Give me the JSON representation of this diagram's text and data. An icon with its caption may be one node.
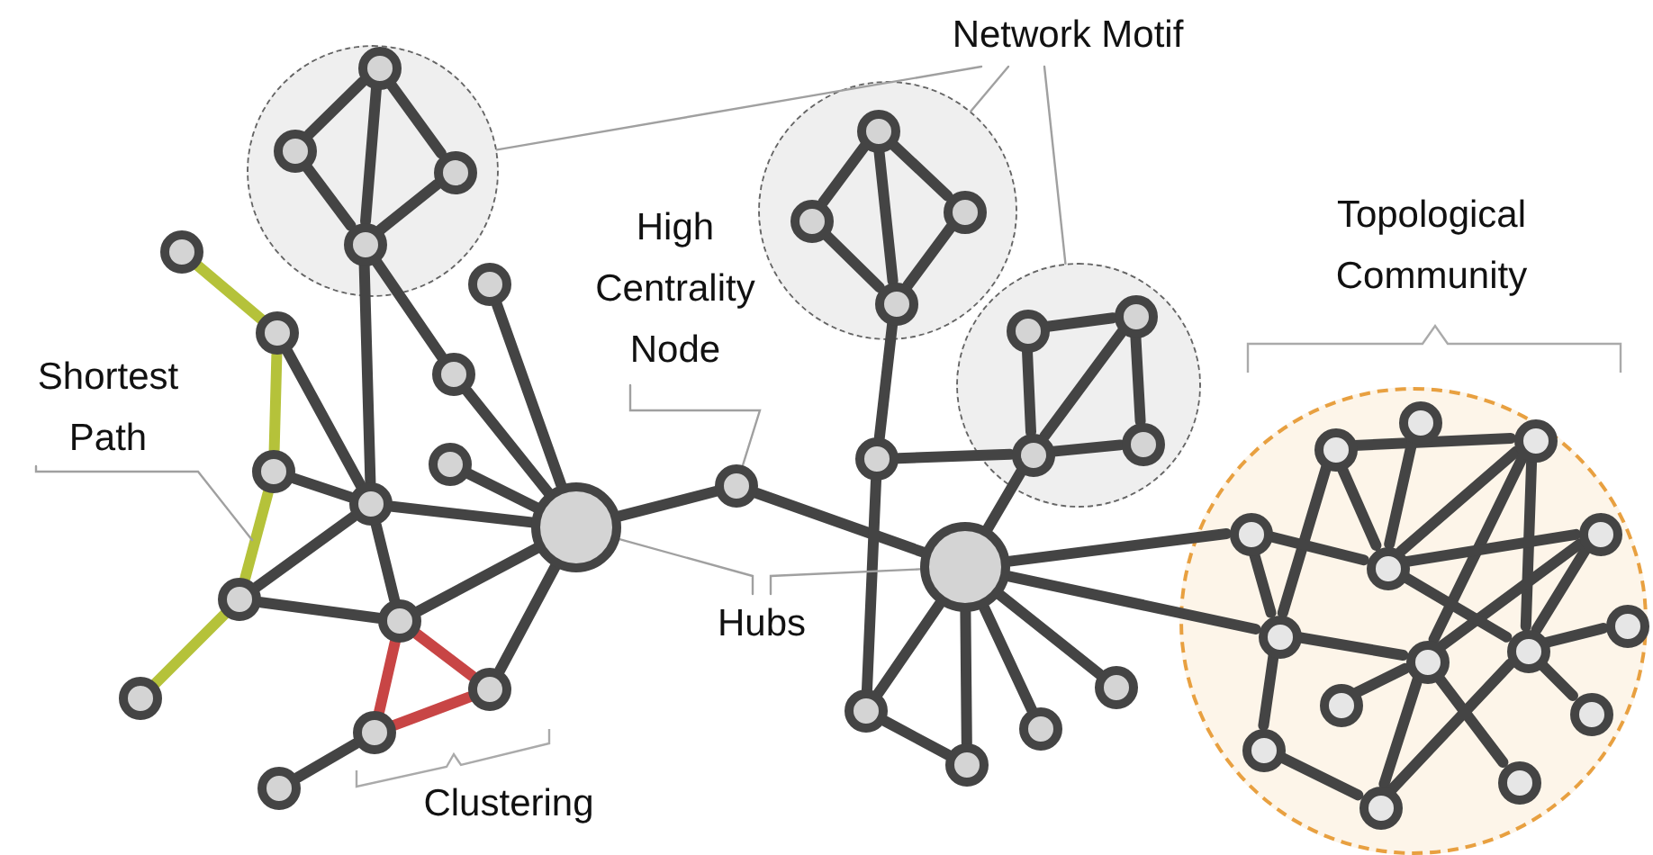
{
  "diagram": {
    "nodes": [
      {
        "text": [],
        "shape": "circle"
      },
      {
        "text": [],
        "shape": "circle",
        "in": 0
      },
      {
        "text": [],
        "shape": "circle",
        "in": 0
      },
      {
        "text": [],
        "shape": "circle",
        "in": 0
      },
      {
        "text": [],
        "shape": "circle",
        "in": 0
      },
      {
        "text": [],
        "shape": "circle"
      },
      {
        "text": [],
        "shape": "circle",
        "in": 5
      },
      {
        "text": [],
        "shape": "circle",
        "in": 5
      },
      {
        "text": [],
        "shape": "circle",
        "in": 5
      },
      {
        "text": [],
        "shape": "circle",
        "in": 5
      },
      {
        "text": [],
        "shape": "circle"
      },
      {
        "text": [],
        "shape": "circle",
        "in": 10
      },
      {
        "text": [],
        "shape": "circle",
        "in": 10
      },
      {
        "text": [],
        "shape": "circle",
        "in": 10
      },
      {
        "text": [],
        "shape": "circle",
        "in": 10
      },
      {
        "text": [],
        "shape": "circle"
      },
      {
        "text": [],
        "shape": "circle",
        "in": 15
      },
      {
        "text": [],
        "shape": "circle",
        "in": 15
      },
      {
        "text": [],
        "shape": "circle",
        "in": 15
      },
      {
        "text": [],
        "shape": "circle",
        "in": 15
      },
      {
        "text": [],
        "shape": "circle",
        "in": 15
      },
      {
        "text": [],
        "shape": "circle",
        "in": 15
      },
      {
        "text": [],
        "shape": "circle",
        "in": 15
      },
      {
        "text": [],
        "shape": "circle",
        "in": 15
      },
      {
        "text": [],
        "shape": "circle",
        "in": 15
      },
      {
        "text": [],
        "shape": "circle",
        "in": 15
      },
      {
        "text": [],
        "shape": "circle",
        "in": 15
      },
      {
        "text": [],
        "shape": "circle",
        "in": 15
      },
      {
        "text": [],
        "shape": "circle",
        "in": 15
      },
      {
        "text": [],
        "shape": "circle",
        "in": 15
      },
      {
        "text": [],
        "shape": "circle",
        "in": 15
      },
      {
        "text": [],
        "shape": "circle"
      },
      {
        "text": [],
        "shape": "circle"
      },
      {
        "text": [],
        "shape": "circle"
      },
      {
        "text": [],
        "shape": "circle"
      },
      {
        "text": [],
        "shape": "circle"
      },
      {
        "text": [],
        "shape": "circle"
      },
      {
        "text": [],
        "shape": "circle"
      },
      {
        "text": [],
        "shape": "circle"
      },
      {
        "text": [],
        "shape": "circle"
      },
      {
        "text": [],
        "shape": "circle"
      },
      {
        "text": [],
        "shape": "circle"
      },
      {
        "text": [],
        "shape": "circle"
      },
      {
        "text": [],
        "shape": "circle"
      },
      {
        "text": [],
        "shape": "circle"
      },
      {
        "text": [],
        "shape": "circle"
      },
      {
        "text": [],
        "shape": "circle"
      },
      {
        "text": [],
        "shape": "circle"
      },
      {
        "text": [],
        "shape": "circle"
      },
      {
        "text": [],
        "shape": "circle"
      },
      {
        "text": [],
        "shape": "circle"
      },
      {
        "text": [],
        "shape": "circle"
      },
      {
        "text": [
          "Network Motif"
        ]
      },
      {
        "text": [
          "High Centrality Node"
        ]
      },
      {
        "text": [
          "Shortest Path"
        ]
      },
      {
        "text": [
          "Hubs"
        ]
      }
    ],
    "edges": [
      {
        "from": 1,
        "to": 2,
        "arrow": "none"
      },
      {
        "from": 1,
        "to": 3,
        "arrow": "none"
      },
      {
        "from": 1,
        "to": 4,
        "arrow": "none"
      },
      {
        "from": 2,
        "to": 4,
        "arrow": "none"
      },
      {
        "from": 3,
        "to": 4,
        "arrow": "none"
      },
      {
        "from": 6,
        "to": 7,
        "arrow": "none"
      },
      {
        "from": 6,
        "to": 8,
        "arrow": "none"
      },
      {
        "from": 6,
        "to": 9,
        "arrow": "none"
      },
      {
        "from": 7,
        "to": 9,
        "arrow": "none"
      },
      {
        "from": 8,
        "to": 9,
        "arrow": "none"
      },
      {
        "from": 11,
        "to": 12,
        "arrow": "none"
      },
      {
        "from": 11,
        "to": 13,
        "arrow": "none"
      },
      {
        "from": 12,
        "to": 13,
        "arrow": "none"
      },
      {
        "from": 12,
        "to": 14,
        "arrow": "none"
      },
      {
        "from": 13,
        "to": 14,
        "arrow": "none"
      },
      {
        "from": 31,
        "to": 32,
        "arrow": "none",
        "color": "#b5c23a"
      },
      {
        "from": 32,
        "to": 33,
        "arrow": "none",
        "color": "#b5c23a"
      },
      {
        "from": 33,
        "to": 35,
        "arrow": "none",
        "color": "#b5c23a"
      },
      {
        "from": 35,
        "to": 36,
        "arrow": "none",
        "color": "#b5c23a"
      },
      {
        "from": 32,
        "to": 34,
        "arrow": "none"
      },
      {
        "from": 33,
        "to": 34,
        "arrow": "none"
      },
      {
        "from": 4,
        "to": 34,
        "arrow": "none"
      },
      {
        "from": 34,
        "to": 40,
        "arrow": "none"
      },
      {
        "from": 34,
        "to": 35,
        "arrow": "none"
      },
      {
        "from": 34,
        "to": 41,
        "arrow": "none"
      },
      {
        "from": 35,
        "to": 41,
        "arrow": "none"
      },
      {
        "from": 4,
        "to": 37,
        "arrow": "none"
      },
      {
        "from": 37,
        "to": 40,
        "arrow": "none"
      },
      {
        "from": 38,
        "to": 40,
        "arrow": "none"
      },
      {
        "from": 39,
        "to": 40,
        "arrow": "none"
      },
      {
        "from": 41,
        "to": 40,
        "arrow": "none"
      },
      {
        "from": 42,
        "to": 40,
        "arrow": "none"
      },
      {
        "from": 41,
        "to": 42,
        "arrow": "none",
        "color": "#c84545"
      },
      {
        "from": 41,
        "to": 43,
        "arrow": "none",
        "color": "#c84545"
      },
      {
        "from": 43,
        "to": 42,
        "arrow": "none",
        "color": "#c84545"
      },
      {
        "from": 43,
        "to": 44,
        "arrow": "none"
      },
      {
        "from": 40,
        "to": 45,
        "arrow": "none"
      },
      {
        "from": 45,
        "to": 47,
        "arrow": "none"
      },
      {
        "from": 9,
        "to": 46,
        "arrow": "none"
      },
      {
        "from": 46,
        "to": 13,
        "arrow": "none"
      },
      {
        "from": 46,
        "to": 48,
        "arrow": "none"
      },
      {
        "from": 13,
        "to": 47,
        "arrow": "none"
      },
      {
        "from": 47,
        "to": 48,
        "arrow": "none"
      },
      {
        "from": 47,
        "to": 49,
        "arrow": "none"
      },
      {
        "from": 48,
        "to": 49,
        "arrow": "none"
      },
      {
        "from": 47,
        "to": 50,
        "arrow": "none"
      },
      {
        "from": 47,
        "to": 51,
        "arrow": "none"
      },
      {
        "from": 47,
        "to": 19,
        "arrow": "none"
      },
      {
        "from": 47,
        "to": 22,
        "arrow": "none"
      },
      {
        "from": 16,
        "to": 18,
        "arrow": "none"
      },
      {
        "from": 17,
        "to": 20,
        "arrow": "none"
      },
      {
        "from": 16,
        "to": 20,
        "arrow": "none"
      },
      {
        "from": 16,
        "to": 22,
        "arrow": "none"
      },
      {
        "from": 18,
        "to": 20,
        "arrow": "none"
      },
      {
        "from": 18,
        "to": 23,
        "arrow": "none"
      },
      {
        "from": 18,
        "to": 24,
        "arrow": "none"
      },
      {
        "from": 21,
        "to": 20,
        "arrow": "none"
      },
      {
        "from": 21,
        "to": 24,
        "arrow": "none"
      },
      {
        "from": 21,
        "to": 23,
        "arrow": "none"
      },
      {
        "from": 19,
        "to": 20,
        "arrow": "none"
      },
      {
        "from": 19,
        "to": 22,
        "arrow": "none"
      },
      {
        "from": 22,
        "to": 23,
        "arrow": "none"
      },
      {
        "from": 22,
        "to": 27,
        "arrow": "none"
      },
      {
        "from": 20,
        "to": 24,
        "arrow": "none"
      },
      {
        "from": 23,
        "to": 26,
        "arrow": "none"
      },
      {
        "from": 23,
        "to": 30,
        "arrow": "none"
      },
      {
        "from": 23,
        "to": 29,
        "arrow": "none"
      },
      {
        "from": 24,
        "to": 25,
        "arrow": "none"
      },
      {
        "from": 24,
        "to": 28,
        "arrow": "none"
      },
      {
        "from": 24,
        "to": 30,
        "arrow": "none"
      },
      {
        "from": 27,
        "to": 30,
        "arrow": "none"
      },
      {
        "from": 52,
        "to": 0,
        "arrow": "none",
        "color": "#a0a0a0"
      },
      {
        "from": 52,
        "to": 5,
        "arrow": "none",
        "color": "#a0a0a0"
      },
      {
        "from": 52,
        "to": 10,
        "arrow": "none",
        "color": "#a0a0a0"
      },
      {
        "from": 53,
        "to": 45,
        "arrow": "none",
        "color": "#a0a0a0"
      },
      {
        "from": 54,
        "to": null,
        "arrow": "none",
        "color": "#a0a0a0"
      },
      {
        "from": 55,
        "to": 40,
        "arrow": "none",
        "color": "#a0a0a0"
      },
      {
        "from": 55,
        "to": 47,
        "arrow": "none",
        "color": "#a0a0a0"
      }
    ],
    "labels": [
      "Topological Community",
      "Clustering"
    ]
  }
}
